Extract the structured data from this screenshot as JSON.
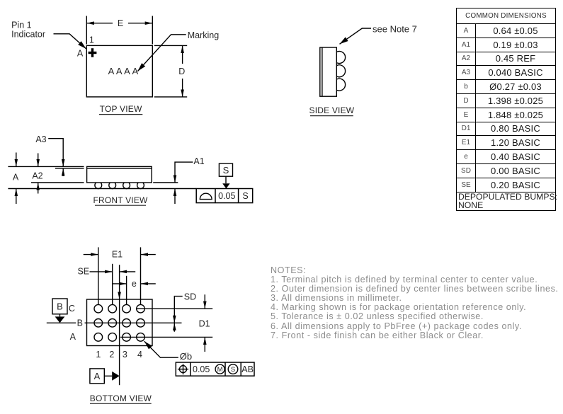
{
  "drawing_type": "package-outline-drawing",
  "colors": {
    "background": "#ffffff",
    "line": "#000000",
    "label_text": "#262626",
    "notes_text": "#8c8c8c",
    "table_value_text": "#161616",
    "table_label_text": "#4a4a4a"
  },
  "top_view": {
    "title": "TOP VIEW",
    "pin1_label_line1": "Pin 1",
    "pin1_label_line2": "Indicator",
    "pin_column": "1",
    "pin_row": "A",
    "marking_label": "Marking",
    "marking_text": "AAAA",
    "dim_e": "E",
    "dim_d": "D"
  },
  "side_view": {
    "title": "SIDE VIEW",
    "note_callout": "see Note 7"
  },
  "front_view": {
    "title": "FRONT VIEW",
    "dim_a": "A",
    "dim_a1": "A1",
    "dim_a2": "A2",
    "dim_a3": "A3",
    "datum_s": "S",
    "fcf": {
      "symbol": "profile-of-surface",
      "tolerance": "0.05",
      "datum": "S"
    }
  },
  "bottom_view": {
    "title": "BOTTOM VIEW",
    "dim_e1": "E1",
    "dim_se": "SE",
    "dim_e": "e",
    "dim_sd": "SD",
    "dim_d1": "D1",
    "dim_ball": "Øb",
    "datum_a": "A",
    "datum_b": "B",
    "row_labels": [
      "C",
      "B",
      "A"
    ],
    "col_labels": [
      "1",
      "2",
      "3",
      "4"
    ],
    "fcf": {
      "symbol": "position",
      "tolerance": "0.05",
      "modifier_m": "M",
      "modifier_s": "S",
      "datums": "AB"
    }
  },
  "table": {
    "title": "COMMON DIMENSIONS",
    "rows": [
      {
        "label": "A",
        "value": "0.64 ±0.05"
      },
      {
        "label": "A1",
        "value": "0.19 ±0.03"
      },
      {
        "label": "A2",
        "value": "0.45 REF"
      },
      {
        "label": "A3",
        "value": "0.040 BASIC"
      },
      {
        "label": "b",
        "value": "Ø0.27 ±0.03"
      },
      {
        "label": "D",
        "value": "1.398 ±0.025"
      },
      {
        "label": "E",
        "value": "1.848 ±0.025"
      },
      {
        "label": "D1",
        "value": "0.80 BASIC"
      },
      {
        "label": "E1",
        "value": "1.20 BASIC"
      },
      {
        "label": "e",
        "value": "0.40 BASIC"
      },
      {
        "label": "SD",
        "value": "0.00 BASIC"
      },
      {
        "label": "SE",
        "value": "0.20 BASIC"
      }
    ],
    "footer_line1": "DEPOPULATED BUMPS:",
    "footer_line2": "NONE"
  },
  "notes": {
    "heading": "NOTES:",
    "items": [
      "1. Terminal pitch is defined by terminal center to center value.",
      "2. Outer dimension is defined by center lines between scribe lines.",
      "3. All dimensions in millimeter.",
      "4. Marking shown is for package orientation reference only.",
      "5. Tolerance is ± 0.02 unless specified otherwise.",
      "6. All dimensions apply to PbFree (+) package codes only.",
      "7. Front - side finish can be either Black or Clear."
    ]
  }
}
